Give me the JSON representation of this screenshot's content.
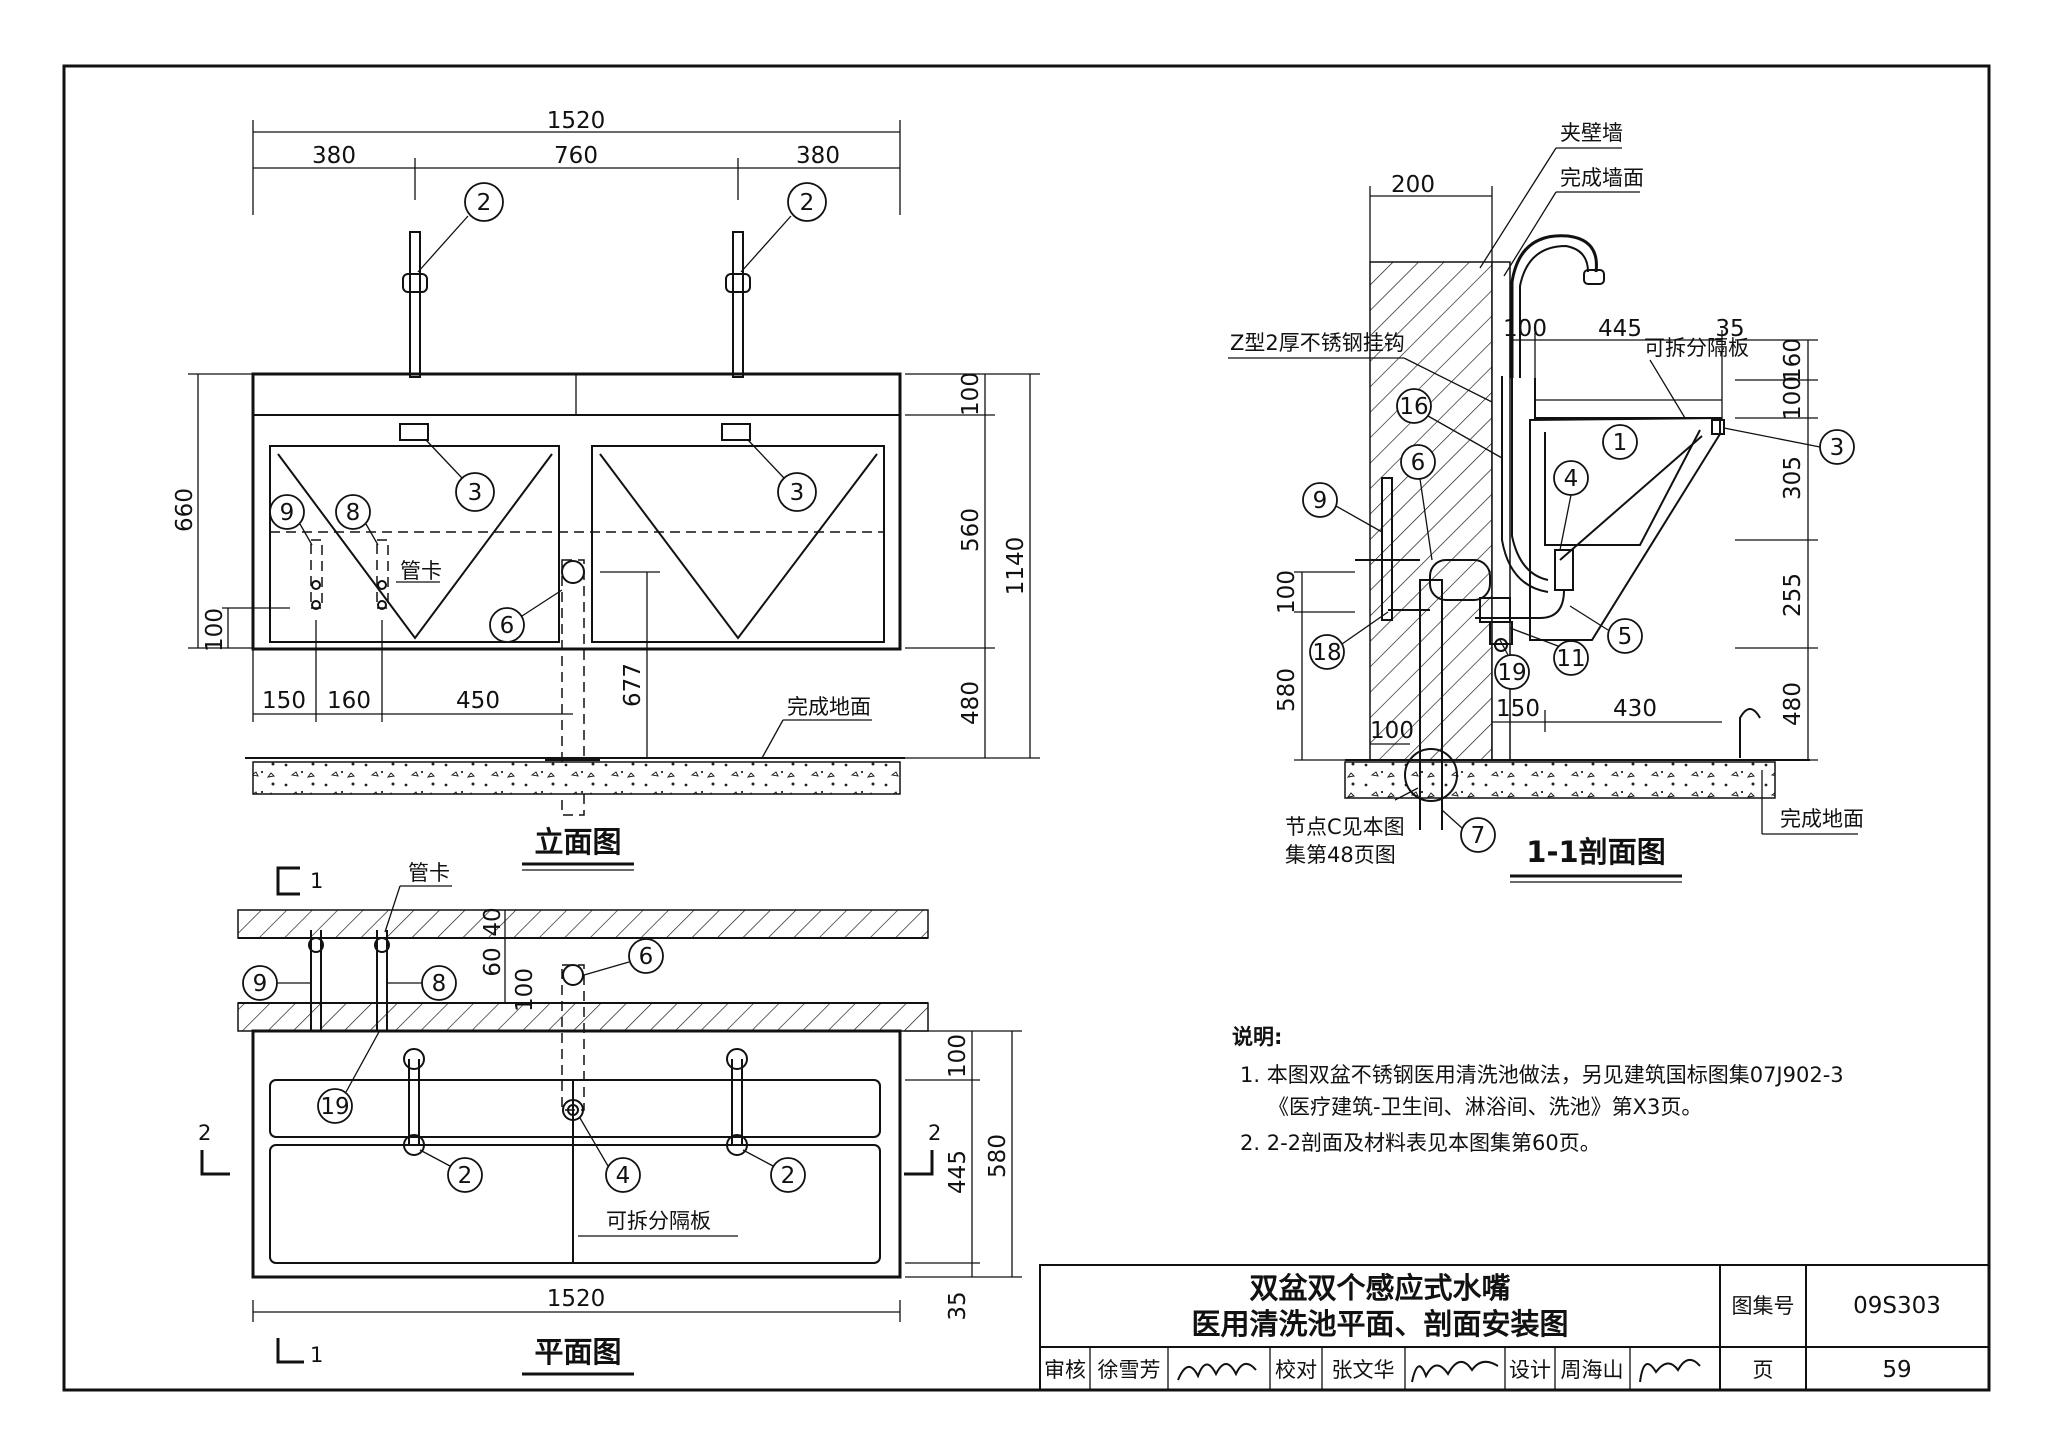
{
  "elevation": {
    "title": "立面图",
    "dims": {
      "total": "1520",
      "left": "380",
      "mid": "760",
      "right": "380",
      "h660": "660",
      "h100a": "100",
      "h100": "100",
      "h560": "560",
      "h1140": "1140",
      "h480": "480",
      "h677": "677",
      "b150": "150",
      "b160": "160",
      "b450": "450"
    },
    "labels": {
      "pipe_clamp": "管卡",
      "finished_floor": "完成地面"
    },
    "callouts": [
      "2",
      "2",
      "3",
      "3",
      "9",
      "8",
      "6"
    ]
  },
  "plan": {
    "title": "平面图",
    "dims": {
      "total": "1520",
      "d40": "40",
      "d60": "60",
      "d100": "100",
      "r100": "100",
      "r445": "445",
      "r580": "580",
      "r35": "35"
    },
    "labels": {
      "pipe_clamp": "管卡",
      "removable_divider": "可拆分隔板",
      "sec1": "1",
      "sec1b": "1",
      "sec2": "2",
      "sec2b": "2"
    },
    "callouts": [
      "6",
      "9",
      "8",
      "19",
      "4",
      "2",
      "2"
    ]
  },
  "section": {
    "title": "1-1剖面图",
    "dims": {
      "w200": "200",
      "w100": "100",
      "w445": "445",
      "w35": "35",
      "h160": "160",
      "h100b": "100",
      "h305": "305",
      "h255": "255",
      "h480": "480",
      "l100": "100",
      "l580": "580",
      "b100": "100",
      "b150": "150",
      "b430": "430"
    },
    "labels": {
      "cavity_wall": "夹壁墙",
      "finished_wall": "完成墙面",
      "hook": "Z型2厚不锈钢挂钩",
      "divider": "可拆分隔板",
      "node_note_1": "节点C见本图",
      "node_note_2": "集第48页图",
      "finished_floor": "完成地面"
    },
    "callouts": [
      "1",
      "3",
      "16",
      "6",
      "4",
      "9",
      "5",
      "18",
      "11",
      "19",
      "7"
    ]
  },
  "notes": {
    "heading": "说明:",
    "line1": "1. 本图双盆不锈钢医用清洗池做法，另见建筑国标图集07J902-3",
    "line2": "《医疗建筑-卫生间、淋浴间、洗池》第X3页。",
    "line3": "2. 2-2剖面及材料表见本图集第60页。"
  },
  "title_block": {
    "title_line1": "双盆双个感应式水嘴",
    "title_line2": "医用清洗池平面、剖面安装图",
    "atlas_label": "图集号",
    "atlas_no": "09S303",
    "page_label": "页",
    "page_no": "59",
    "review_label": "审核",
    "reviewer": "徐雪芳",
    "check_label": "校对",
    "checker": "张文华",
    "design_label": "设计",
    "designer": "周海山"
  }
}
